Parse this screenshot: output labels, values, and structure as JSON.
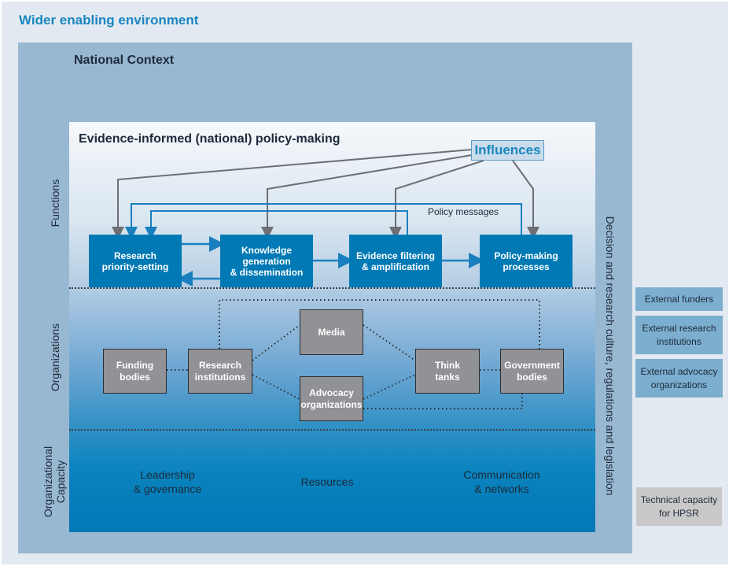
{
  "outer": {
    "title": "Wider enabling environment"
  },
  "national": {
    "title": "National Context"
  },
  "inner": {
    "title": "Evidence-informed (national) policy-making"
  },
  "influences": {
    "label": "Influences"
  },
  "policy_messages": "Policy messages",
  "row_labels": {
    "functions": "Functions",
    "organizations": "Organizations",
    "capacity_line1": "Organizational",
    "capacity_line2": "Capacity"
  },
  "right_label": "Decision and research culture, regulations and legislation",
  "functions": [
    {
      "line1": "Research",
      "line2": "priority-setting",
      "line3": ""
    },
    {
      "line1": "Knowledge",
      "line2": "generation",
      "line3": "& dissemination"
    },
    {
      "line1": "Evidence filtering",
      "line2": "& amplification",
      "line3": ""
    },
    {
      "line1": "Policy-making",
      "line2": "processes",
      "line3": ""
    }
  ],
  "organizations": [
    {
      "line1": "Funding",
      "line2": "bodies"
    },
    {
      "line1": "Research",
      "line2": "institutions"
    },
    {
      "line1": "Media",
      "line2": ""
    },
    {
      "line1": "Advocacy",
      "line2": "organizations"
    },
    {
      "line1": "Think",
      "line2": "tanks"
    },
    {
      "line1": "Government",
      "line2": "bodies"
    }
  ],
  "capacity": [
    {
      "line1": "Leadership",
      "line2": "& governance"
    },
    {
      "line1": "Resources",
      "line2": ""
    },
    {
      "line1": "Communication",
      "line2": "& networks"
    }
  ],
  "external": [
    {
      "line1": "External funders",
      "line2": ""
    },
    {
      "line1": "External research",
      "line2": "institutions"
    },
    {
      "line1": "External advocacy",
      "line2": "organizations"
    }
  ],
  "technical": {
    "line1": "Technical capacity",
    "line2": "for HPSR"
  },
  "colors": {
    "function_box": "#0079b5",
    "org_box": "#919296",
    "influence_arrow": "#6e6f73",
    "policy_arrow": "#1a7fbf",
    "title_blue": "#1a86c0"
  }
}
